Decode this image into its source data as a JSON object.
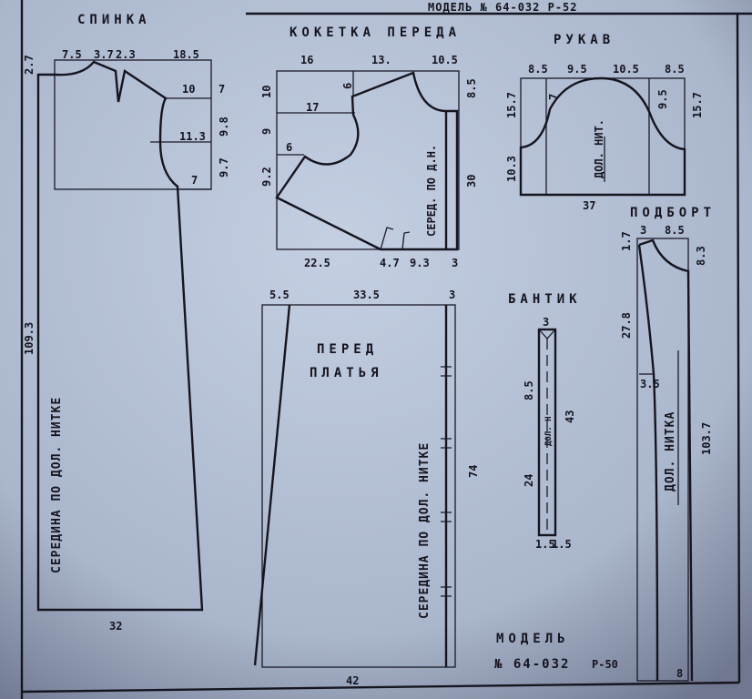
{
  "header": {
    "text": "МОДЕЛЬ № 64-032  Р-52"
  },
  "back": {
    "title": "СПИНКА",
    "top_dims": [
      "7.5",
      "3.7",
      "2.3",
      "18.5"
    ],
    "left_dims": [
      "2.7",
      "109.3"
    ],
    "right_dims": [
      "7",
      "9.8",
      "9.7"
    ],
    "inner_dims": [
      "10",
      "11.3",
      "7"
    ],
    "bottom_dim": "32",
    "grain_label": "СЕРЕДИНА  ПО  ДОЛ.  НИТКЕ"
  },
  "front_yoke": {
    "title": "КОКЕТКА  ПЕРЕДА",
    "top_dims": [
      "16",
      "13.",
      "10.5"
    ],
    "left_dims": [
      "10",
      "9",
      "9.2"
    ],
    "right_dims": [
      "8.5",
      "30"
    ],
    "inner_dims": [
      "6",
      "17",
      "6"
    ],
    "bottom_dims": [
      "22.5",
      "4.7",
      "9.3",
      "3"
    ],
    "grain_label": "СЕРЕД. ПО Д.Н."
  },
  "sleeve": {
    "title": "РУКАВ",
    "top_dims": [
      "8.5",
      "9.5",
      "10.5",
      "8.5"
    ],
    "left_dims": [
      "15.7",
      "10.3"
    ],
    "right_dim": "15.7",
    "inner_dims": [
      "7",
      "9.5"
    ],
    "bottom_dim": "37",
    "grain_label": "ДОЛ. НИТ."
  },
  "facing": {
    "title": "ПОДБОРТ",
    "top_dims": [
      "3",
      "8.5"
    ],
    "left_dims": [
      "1.7",
      "27.8"
    ],
    "right_dims": [
      "8.3",
      "103.7"
    ],
    "inner_dim": "3.5",
    "bottom_dim": "8",
    "grain_label": "ДОЛ. НИТКА"
  },
  "front_dress": {
    "title_line1": "ПЕРЕД",
    "title_line2": "ПЛАТЬЯ",
    "top_dims": [
      "5.5",
      "33.5",
      "3"
    ],
    "right_dim": "74",
    "bottom_dim": "42",
    "grain_label": "СЕРЕДИНА  ПО  ДОЛ.  НИТКЕ"
  },
  "bow": {
    "title": "БАНТИК",
    "top_dim": "3",
    "left_dims": [
      "8.5",
      "24"
    ],
    "right_dim": "43",
    "bottom_dims": [
      "1.5",
      "1.5"
    ],
    "grain_label": "ДОЛ. Н"
  },
  "model": {
    "line1": "МОДЕЛЬ",
    "number": "№ 64-032",
    "size": "Р-50"
  },
  "colors": {
    "paper": "#b4c0d6",
    "ink": "#15151f"
  }
}
